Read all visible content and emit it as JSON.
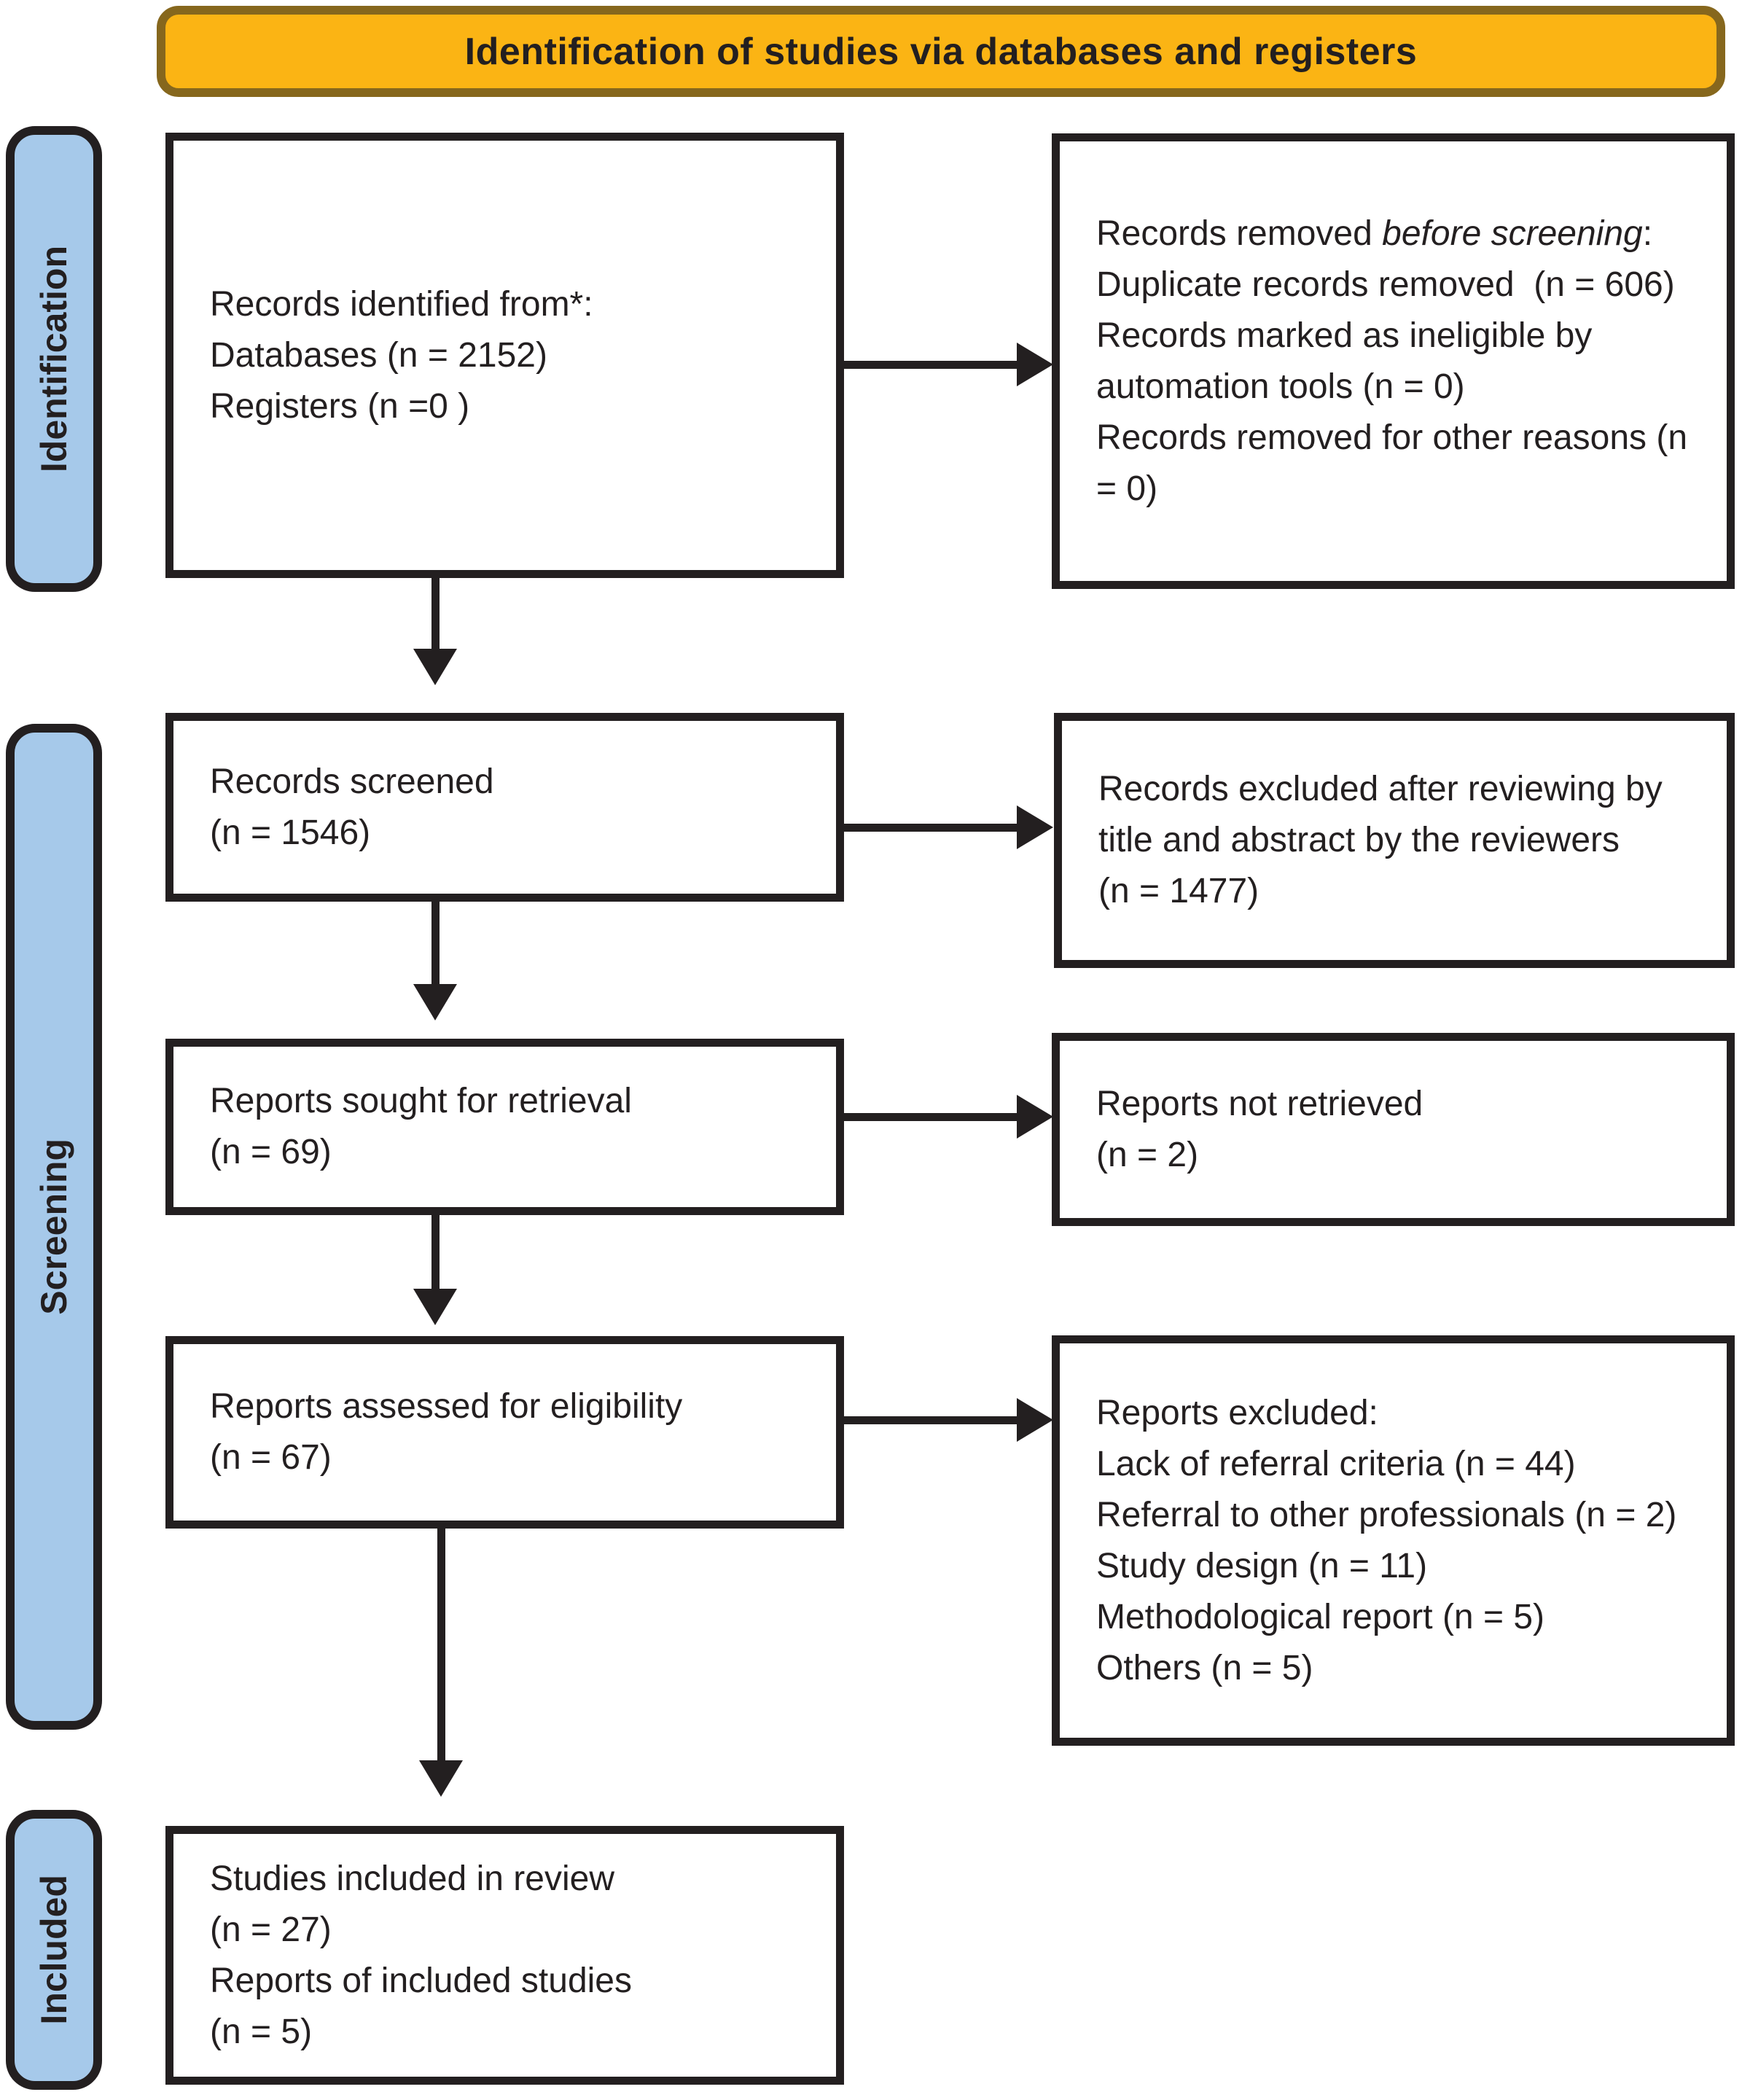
{
  "title_banner": {
    "label": "Identification of studies via databases and registers"
  },
  "stages": {
    "identification": "Identification",
    "screening": "Screening",
    "included": "Included"
  },
  "boxes": {
    "records_identified": {
      "lines": [
        "Records identified from*:",
        "Databases (n = 2152)",
        "Registers (n =0 )"
      ]
    },
    "records_removed": {
      "intro_regular": "Records removed ",
      "intro_italic": "before screening",
      "intro_suffix": ":",
      "lines": [
        "Duplicate records removed  (n = 606)",
        "Records marked as ineligible by automation tools (n = 0)",
        "Records removed for other reasons (n = 0)"
      ]
    },
    "records_screened": {
      "lines": [
        "Records screened",
        "(n = 1546)"
      ]
    },
    "records_excluded": {
      "lines": [
        "Records excluded after reviewing by title and abstract by the reviewers",
        "(n = 1477)"
      ]
    },
    "reports_sought": {
      "lines": [
        "Reports sought for retrieval",
        "(n = 69)"
      ]
    },
    "reports_not_retrieved": {
      "lines": [
        "Reports not retrieved",
        "(n = 2)"
      ]
    },
    "reports_assessed": {
      "lines": [
        "Reports assessed for eligibility",
        "(n = 67)"
      ]
    },
    "reports_excluded": {
      "lines": [
        "Reports excluded:",
        "Lack of referral criteria (n = 44)",
        "Referral to other professionals (n = 2)",
        "Study design (n = 11)",
        "Methodological report (n = 5)",
        "Others (n = 5)"
      ]
    },
    "studies_included": {
      "lines": [
        "Studies included in review",
        "(n = 27)",
        "Reports of included studies",
        "(n = 5)"
      ]
    }
  },
  "colors": {
    "banner_fill": "#FBB414",
    "banner_border": "#86671D",
    "stage_fill": "#A6C9EA",
    "ink": "#231F20",
    "box_background": "#FFFFFF"
  }
}
